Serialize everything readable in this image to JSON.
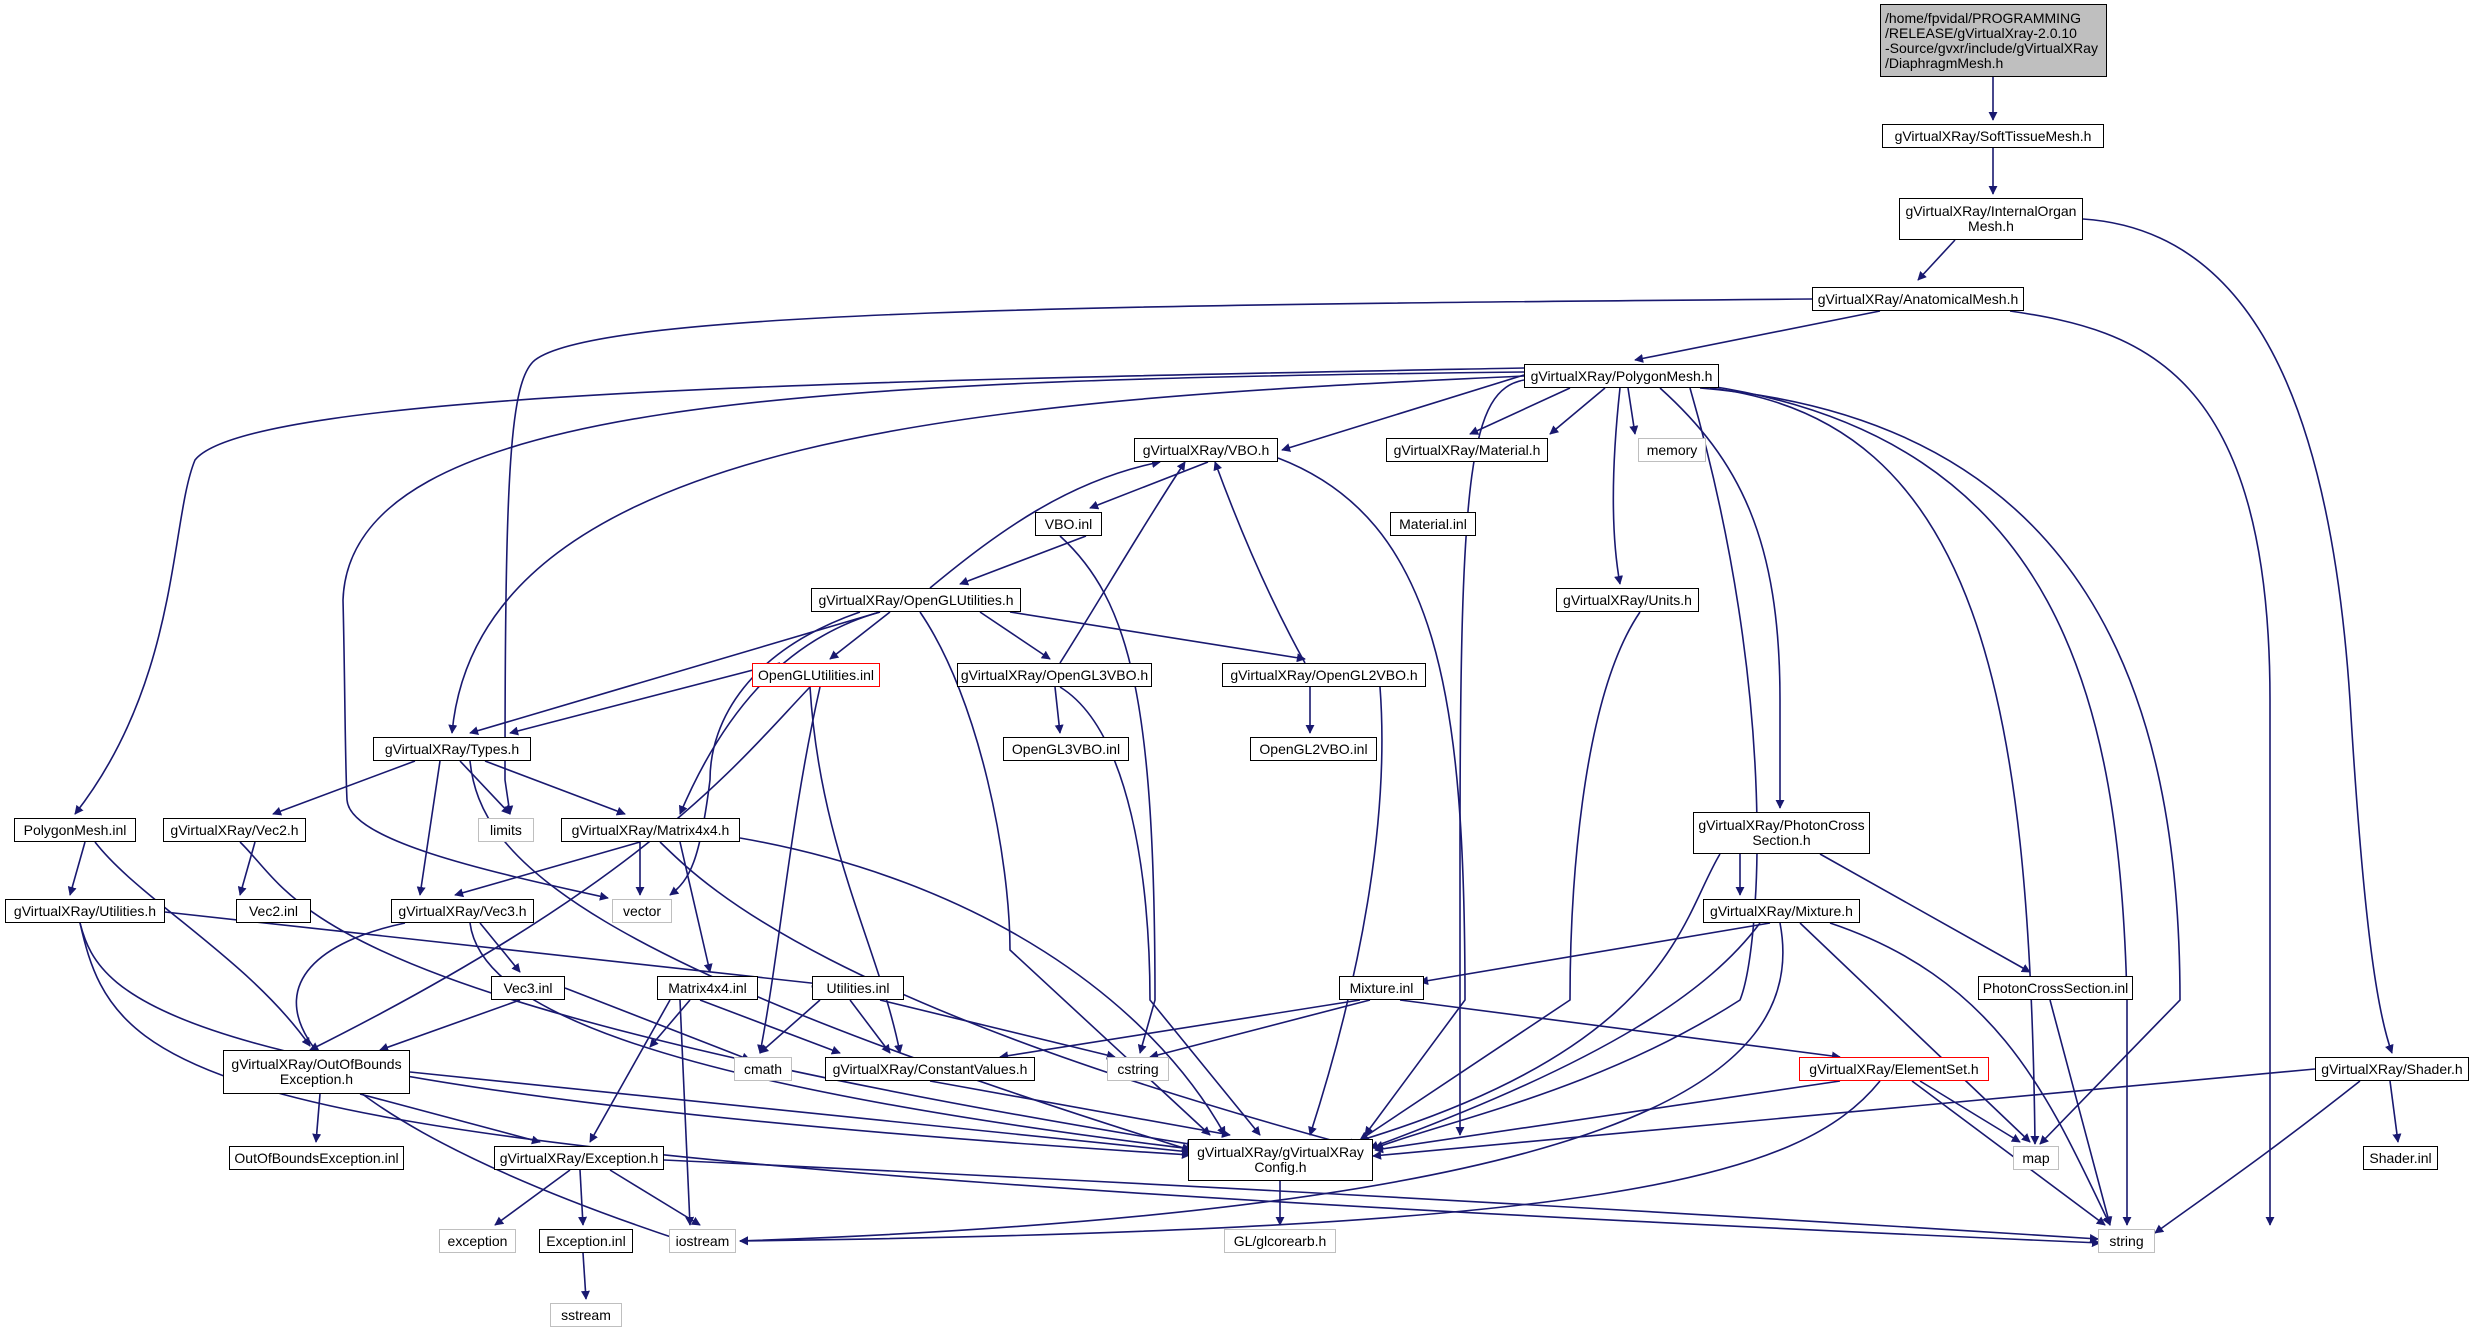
{
  "colors": {
    "edge": "#191970",
    "node_border": "#000000",
    "system_border": "#bfbfbf",
    "truncated_border": "#ff0000",
    "root_fill": "#bfbfbf"
  },
  "nodes": {
    "root": "/home/fpvidal/PROGRAMMING\n/RELEASE/gVirtualXray-2.0.10\n-Source/gvxr/include/gVirtualXRay\n/DiaphragmMesh.h",
    "soft": "gVirtualXRay/SoftTissueMesh.h",
    "organ": "gVirtualXRay/InternalOrgan\nMesh.h",
    "anat": "gVirtualXRay/AnatomicalMesh.h",
    "poly": "gVirtualXRay/PolygonMesh.h",
    "vboh": "gVirtualXRay/VBO.h",
    "mat": "gVirtualXRay/Material.h",
    "memory": "memory",
    "matinl": "Material.inl",
    "vboinl": "VBO.inl",
    "oglu": "gVirtualXRay/OpenGLUtilities.h",
    "units": "gVirtualXRay/Units.h",
    "ogluinl": "OpenGLUtilities.inl",
    "ogl3": "gVirtualXRay/OpenGL3VBO.h",
    "ogl2": "gVirtualXRay/OpenGL2VBO.h",
    "ogl3inl": "OpenGL3VBO.inl",
    "ogl2inl": "OpenGL2VBO.inl",
    "types": "gVirtualXRay/Types.h",
    "polyinl": "PolygonMesh.inl",
    "vec2": "gVirtualXRay/Vec2.h",
    "limits": "limits",
    "mat44": "gVirtualXRay/Matrix4x4.h",
    "photon": "gVirtualXRay/PhotonCross\nSection.h",
    "utilh": "gVirtualXRay/Utilities.h",
    "vec2inl": "Vec2.inl",
    "vec3": "gVirtualXRay/Vec3.h",
    "vector": "vector",
    "mixture": "gVirtualXRay/Mixture.h",
    "vec3inl": "Vec3.inl",
    "mat44inl": "Matrix4x4.inl",
    "utilinl": "Utilities.inl",
    "mixinl": "Mixture.inl",
    "photoninl": "PhotonCrossSection.inl",
    "oob": "gVirtualXRay/OutOfBounds\nException.h",
    "cmath": "cmath",
    "constv": "gVirtualXRay/ConstantValues.h",
    "cstring": "cstring",
    "elemset": "gVirtualXRay/ElementSet.h",
    "shader": "gVirtualXRay/Shader.h",
    "oobinl": "OutOfBoundsException.inl",
    "exch": "gVirtualXRay/Exception.h",
    "config": "gVirtualXRay/gVirtualXRay\nConfig.h",
    "map": "map",
    "shaderinl": "Shader.inl",
    "exception": "exception",
    "excinl": "Exception.inl",
    "iostream": "iostream",
    "string": "string",
    "glcore": "GL/glcorearb.h",
    "sstream": "sstream"
  }
}
